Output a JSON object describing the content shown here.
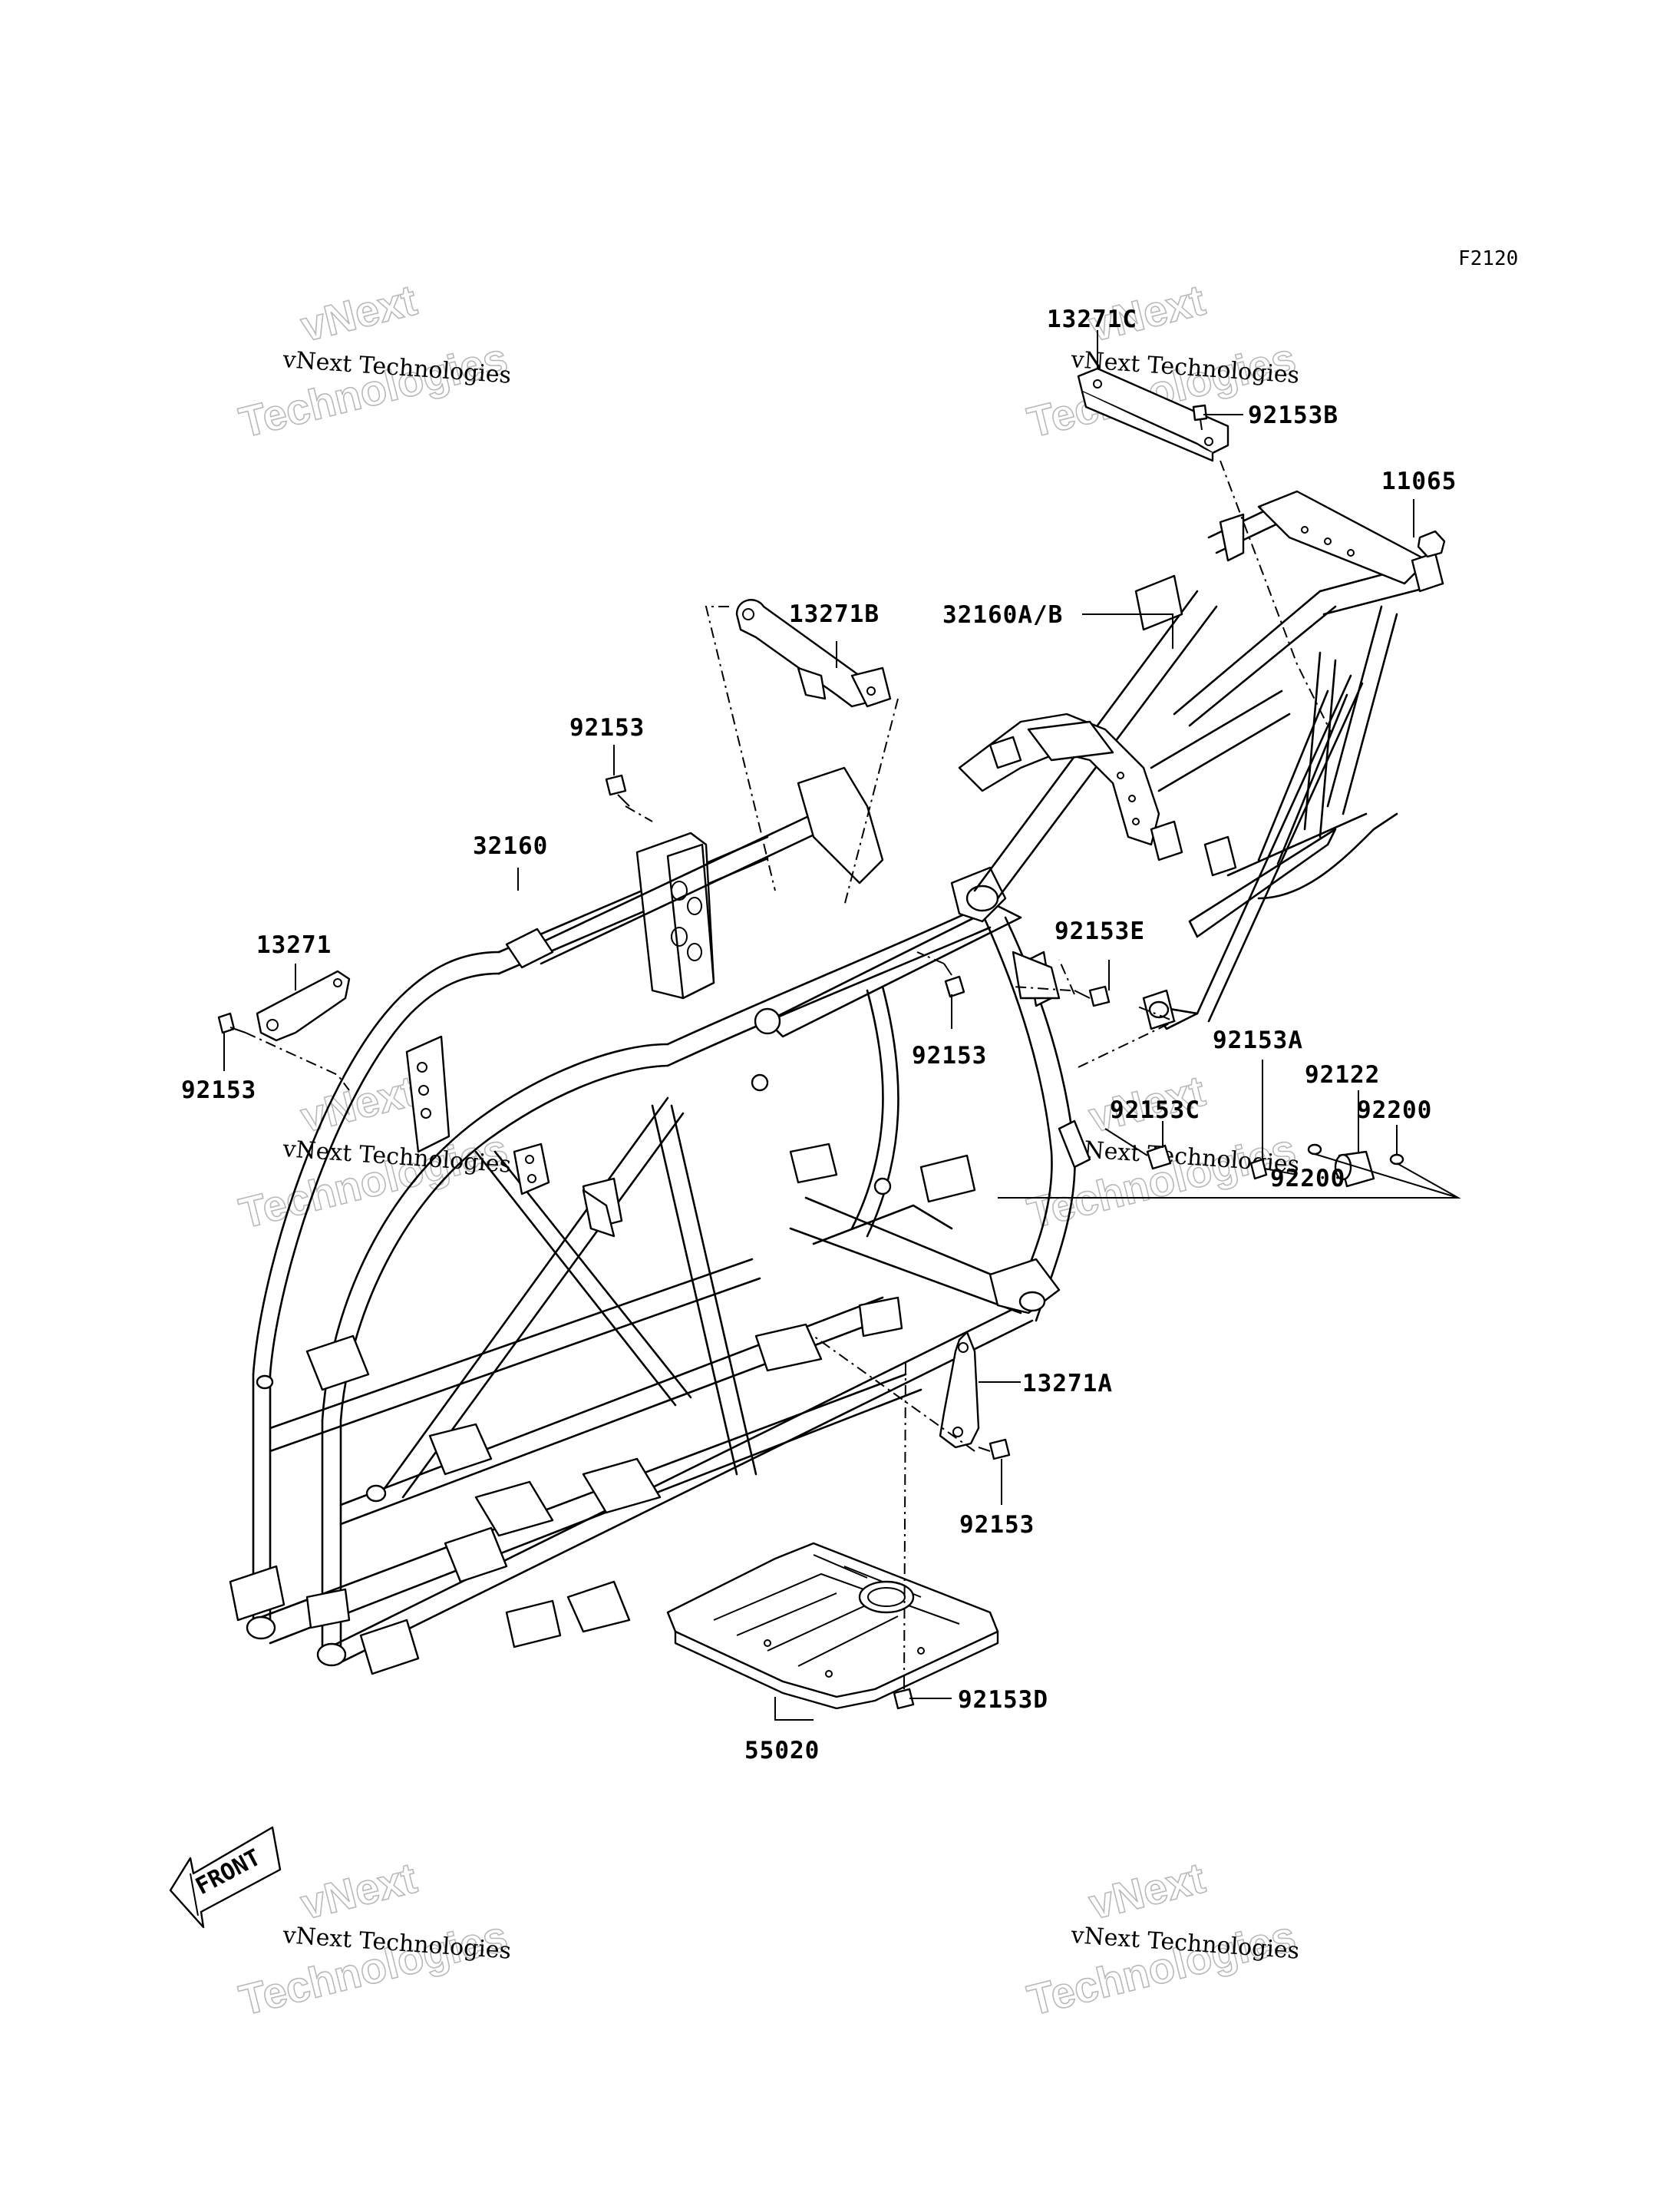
{
  "figure_code": "F2120",
  "watermark": {
    "company": "vNext Technologies",
    "big_line1": "vNext",
    "big_line2": "Technologies"
  },
  "front_label": "FRONT",
  "parts": {
    "p13271C": "13271C",
    "p92153B": "92153B",
    "p11065": "11065",
    "p13271B": "13271B",
    "p32160AB": "32160A/B",
    "p92153_top": "92153",
    "p32160": "32160",
    "p13271": "13271",
    "p92153_left": "92153",
    "p92153E": "92153E",
    "p92153_mid": "92153",
    "p92153A": "92153A",
    "p92122": "92122",
    "p92153C": "92153C",
    "p92200_right": "92200",
    "p92200_mid": "92200",
    "p13271A": "13271A",
    "p92153_low": "92153",
    "p92153D": "92153D",
    "p55020": "55020"
  }
}
